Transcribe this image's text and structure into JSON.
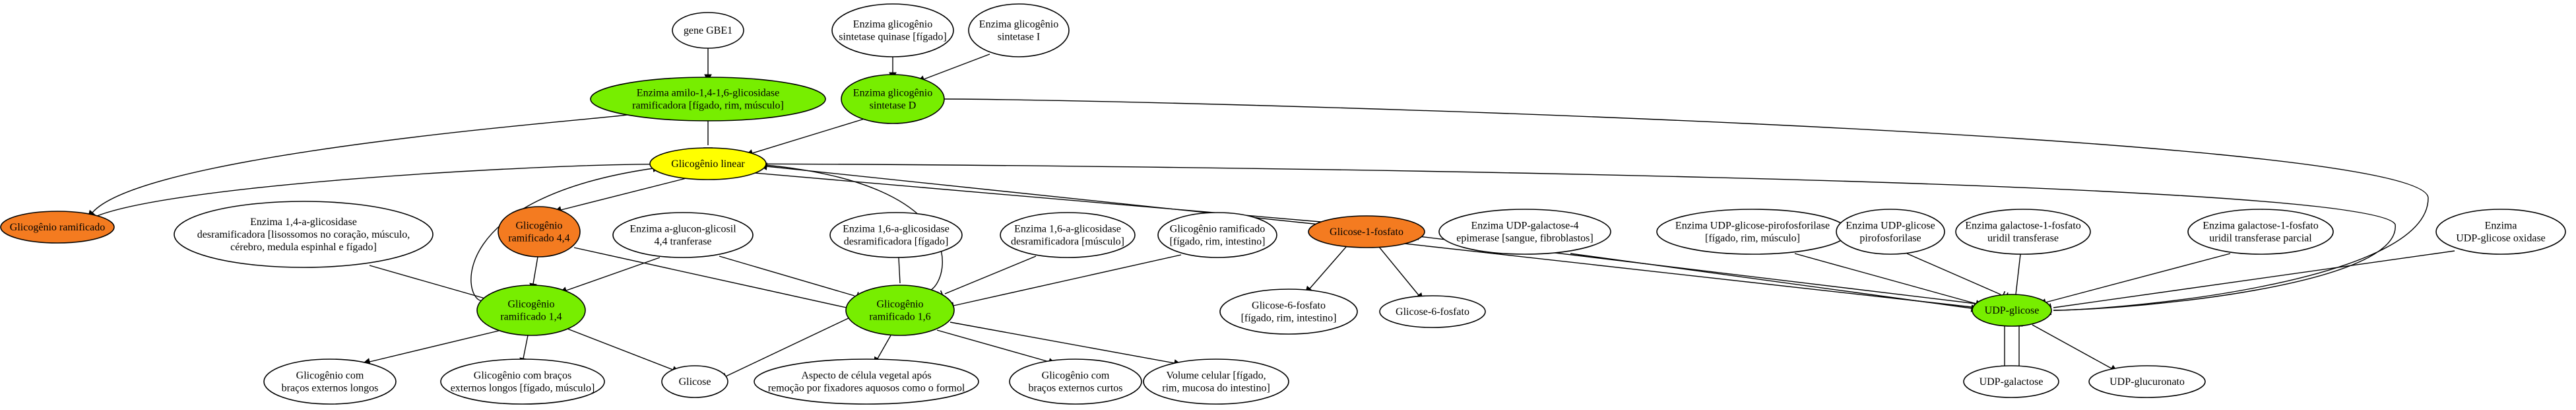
{
  "colors": {
    "default": "#ffffff",
    "orange": "#f47b20",
    "green": "#77ee00",
    "yellow": "#ffff00",
    "stroke": "#000000"
  },
  "nodes": [
    {
      "id": "gbe1",
      "label": [
        "gene GBE1"
      ],
      "fill": "default"
    },
    {
      "id": "sintetase_quinase",
      "label": [
        "Enzima glicogênio",
        "sintetase quinase [fígado]"
      ],
      "fill": "default"
    },
    {
      "id": "sintetase_i",
      "label": [
        "Enzima glicogênio",
        "sintetase I"
      ],
      "fill": "default"
    },
    {
      "id": "enzima_amilo",
      "label": [
        "Enzima amilo-1,4-1,6-glicosidase",
        "ramificadora [fígado, rim, músculo]"
      ],
      "fill": "green"
    },
    {
      "id": "sintetase_d",
      "label": [
        "Enzima glicogênio",
        "sintetase D"
      ],
      "fill": "green"
    },
    {
      "id": "glicogenio_linear",
      "label": [
        "Glicogênio linear"
      ],
      "fill": "yellow"
    },
    {
      "id": "glicogenio_ramificado",
      "label": [
        "Glicogênio ramificado"
      ],
      "fill": "orange"
    },
    {
      "id": "enzima_14_desram",
      "label": [
        "Enzima 1,4-a-glicosidase",
        "desramificadora [lisossomos no coração, músculo,",
        "cérebro, medula espinhal e fígado]"
      ],
      "fill": "default"
    },
    {
      "id": "ram44",
      "label": [
        "Glicogênio",
        "ramificado 4,4"
      ],
      "fill": "orange"
    },
    {
      "id": "glucon_glicosil",
      "label": [
        "Enzima a-glucon-glicosil",
        "4,4 tranferase"
      ],
      "fill": "default"
    },
    {
      "id": "enzima_16_figado",
      "label": [
        "Enzima 1,6-a-glicosidase",
        "desramificadora [fígado]"
      ],
      "fill": "default"
    },
    {
      "id": "enzima_16_musculo",
      "label": [
        "Enzima 1,6-a-glicosidase",
        "desramificadora [músculo]"
      ],
      "fill": "default"
    },
    {
      "id": "ram_figado",
      "label": [
        "Glicogênio ramificado",
        "[fígado, rim, intestino]"
      ],
      "fill": "default"
    },
    {
      "id": "glicose1f",
      "label": [
        "Glicose-1-fosfato"
      ],
      "fill": "orange"
    },
    {
      "id": "udp_gal_epim",
      "label": [
        "Enzima UDP-galactose-4",
        "epimerase [sangue, fibroblastos]"
      ],
      "fill": "default"
    },
    {
      "id": "udp_pirofos",
      "label": [
        "Enzima UDP-glicose-pirofosforilase",
        "[fígado, rim, músculo]"
      ],
      "fill": "default"
    },
    {
      "id": "udp_glic_pirofos",
      "label": [
        "Enzima UDP-glicose",
        "pirofosforilase"
      ],
      "fill": "default"
    },
    {
      "id": "gal1f_uridil",
      "label": [
        "Enzima galactose-1-fosfato",
        "uridil transferase"
      ],
      "fill": "default"
    },
    {
      "id": "gal1f_uridil_parcial",
      "label": [
        "Enzima galactose-1-fosfato",
        "uridil transferase parcial"
      ],
      "fill": "default"
    },
    {
      "id": "udp_glic_oxidase",
      "label": [
        "Enzima",
        "UDP-glicose oxidase"
      ],
      "fill": "default"
    },
    {
      "id": "ram14",
      "label": [
        "Glicogênio",
        "ramificado 1,4"
      ],
      "fill": "green"
    },
    {
      "id": "ram16",
      "label": [
        "Glicogênio",
        "ramificado 1,6"
      ],
      "fill": "green"
    },
    {
      "id": "g6f_figado",
      "label": [
        "Glicose-6-fosfato",
        "[fígado, rim, intestino]"
      ],
      "fill": "default"
    },
    {
      "id": "g6f",
      "label": [
        "Glicose-6-fosfato"
      ],
      "fill": "default"
    },
    {
      "id": "udp_glicose",
      "label": [
        "UDP-glicose"
      ],
      "fill": "green"
    },
    {
      "id": "bracos_longos",
      "label": [
        "Glicogênio com",
        "braços externos longos"
      ],
      "fill": "default"
    },
    {
      "id": "bracos_longos_fig",
      "label": [
        "Glicogênio com braços",
        "externos longos [fígado, músculo]"
      ],
      "fill": "default"
    },
    {
      "id": "glicose",
      "label": [
        "Glicose"
      ],
      "fill": "default"
    },
    {
      "id": "aspecto",
      "label": [
        "Aspecto de célula vegetal após",
        "remoção por fixadores aquosos como o formol"
      ],
      "fill": "default"
    },
    {
      "id": "bracos_curtos",
      "label": [
        "Glicogênio com",
        "braços externos curtos"
      ],
      "fill": "default"
    },
    {
      "id": "volume",
      "label": [
        "Volume celular [fígado,",
        "rim, mucosa do intestino]"
      ],
      "fill": "default"
    },
    {
      "id": "udp_galactose",
      "label": [
        "UDP-galactose"
      ],
      "fill": "default"
    },
    {
      "id": "udp_glucuronato",
      "label": [
        "UDP-glucuronato"
      ],
      "fill": "default"
    }
  ],
  "edges": [
    {
      "from": "gbe1",
      "to": "enzima_amilo",
      "head": "arrow"
    },
    {
      "from": "sintetase_quinase",
      "to": "sintetase_d",
      "head": "arrow"
    },
    {
      "from": "sintetase_i",
      "to": "sintetase_d",
      "head": "arrow"
    },
    {
      "from": "enzima_amilo",
      "to": "glicogenio_linear",
      "head": "tee"
    },
    {
      "from": "enzima_amilo",
      "to": "glicogenio_ramificado",
      "head": "arrow"
    },
    {
      "from": "sintetase_d",
      "to": "glicogenio_linear",
      "head": "arrow"
    },
    {
      "from": "sintetase_d",
      "to": "udp_glicose",
      "head": "tee"
    },
    {
      "from": "glicogenio_linear",
      "to": "glicogenio_ramificado",
      "head": "arrow"
    },
    {
      "from": "glicogenio_linear",
      "to": "ram44",
      "head": "arrow"
    },
    {
      "from": "glicogenio_linear",
      "to": "glicose1f",
      "head": "arrow"
    },
    {
      "from": "glicogenio_linear",
      "to": "udp_glicose",
      "head": "tee"
    },
    {
      "from": "ram14",
      "to": "glicogenio_linear",
      "head": "arrow"
    },
    {
      "from": "ram16",
      "to": "glicogenio_linear",
      "head": "arrow"
    },
    {
      "from": "glicose1f",
      "to": "glicogenio_linear",
      "head": "arrow"
    },
    {
      "from": "ram44",
      "to": "ram14",
      "head": "arrow"
    },
    {
      "from": "ram44",
      "to": "ram16",
      "head": "arrow"
    },
    {
      "from": "enzima_14_desram",
      "to": "ram14",
      "head": "tee"
    },
    {
      "from": "glucon_glicosil",
      "to": "ram14",
      "head": "arrow"
    },
    {
      "from": "glucon_glicosil",
      "to": "ram16",
      "head": "tee"
    },
    {
      "from": "enzima_16_figado",
      "to": "ram16",
      "head": "tee"
    },
    {
      "from": "enzima_16_musculo",
      "to": "ram16",
      "head": "tee"
    },
    {
      "from": "ram_figado",
      "to": "ram16",
      "head": "arrow"
    },
    {
      "from": "ram14",
      "to": "bracos_longos",
      "head": "arrow"
    },
    {
      "from": "ram14",
      "to": "bracos_longos_fig",
      "head": "arrow"
    },
    {
      "from": "ram14",
      "to": "glicose",
      "head": "arrow"
    },
    {
      "from": "ram16",
      "to": "glicose",
      "head": "arrow"
    },
    {
      "from": "ram16",
      "to": "aspecto",
      "head": "arrow"
    },
    {
      "from": "ram16",
      "to": "bracos_curtos",
      "head": "arrow"
    },
    {
      "from": "ram16",
      "to": "volume",
      "head": "arrow"
    },
    {
      "from": "glicose1f",
      "to": "g6f_figado",
      "head": "arrow"
    },
    {
      "from": "glicose1f",
      "to": "g6f",
      "head": "arrow"
    },
    {
      "from": "glicose1f",
      "to": "udp_glicose",
      "head": "tee"
    },
    {
      "from": "udp_glicose",
      "to": "glicose1f",
      "head": "arrow"
    },
    {
      "from": "udp_gal_epim",
      "to": "udp_glicose",
      "head": "arrow"
    },
    {
      "from": "udp_pirofos",
      "to": "udp_glicose",
      "head": "arrow"
    },
    {
      "from": "udp_glic_pirofos",
      "to": "udp_glicose",
      "head": "tee"
    },
    {
      "from": "gal1f_uridil",
      "to": "udp_glicose",
      "head": "tee"
    },
    {
      "from": "gal1f_uridil_parcial",
      "to": "udp_glicose",
      "head": "arrow"
    },
    {
      "from": "udp_glic_oxidase",
      "to": "udp_glicose",
      "head": "tee"
    },
    {
      "from": "udp_glicose",
      "to": "udp_galactose",
      "head": "arrow"
    },
    {
      "from": "udp_galactose",
      "to": "udp_glicose",
      "head": "arrow"
    },
    {
      "from": "udp_glicose",
      "to": "udp_glucuronato",
      "head": "arrow"
    }
  ]
}
